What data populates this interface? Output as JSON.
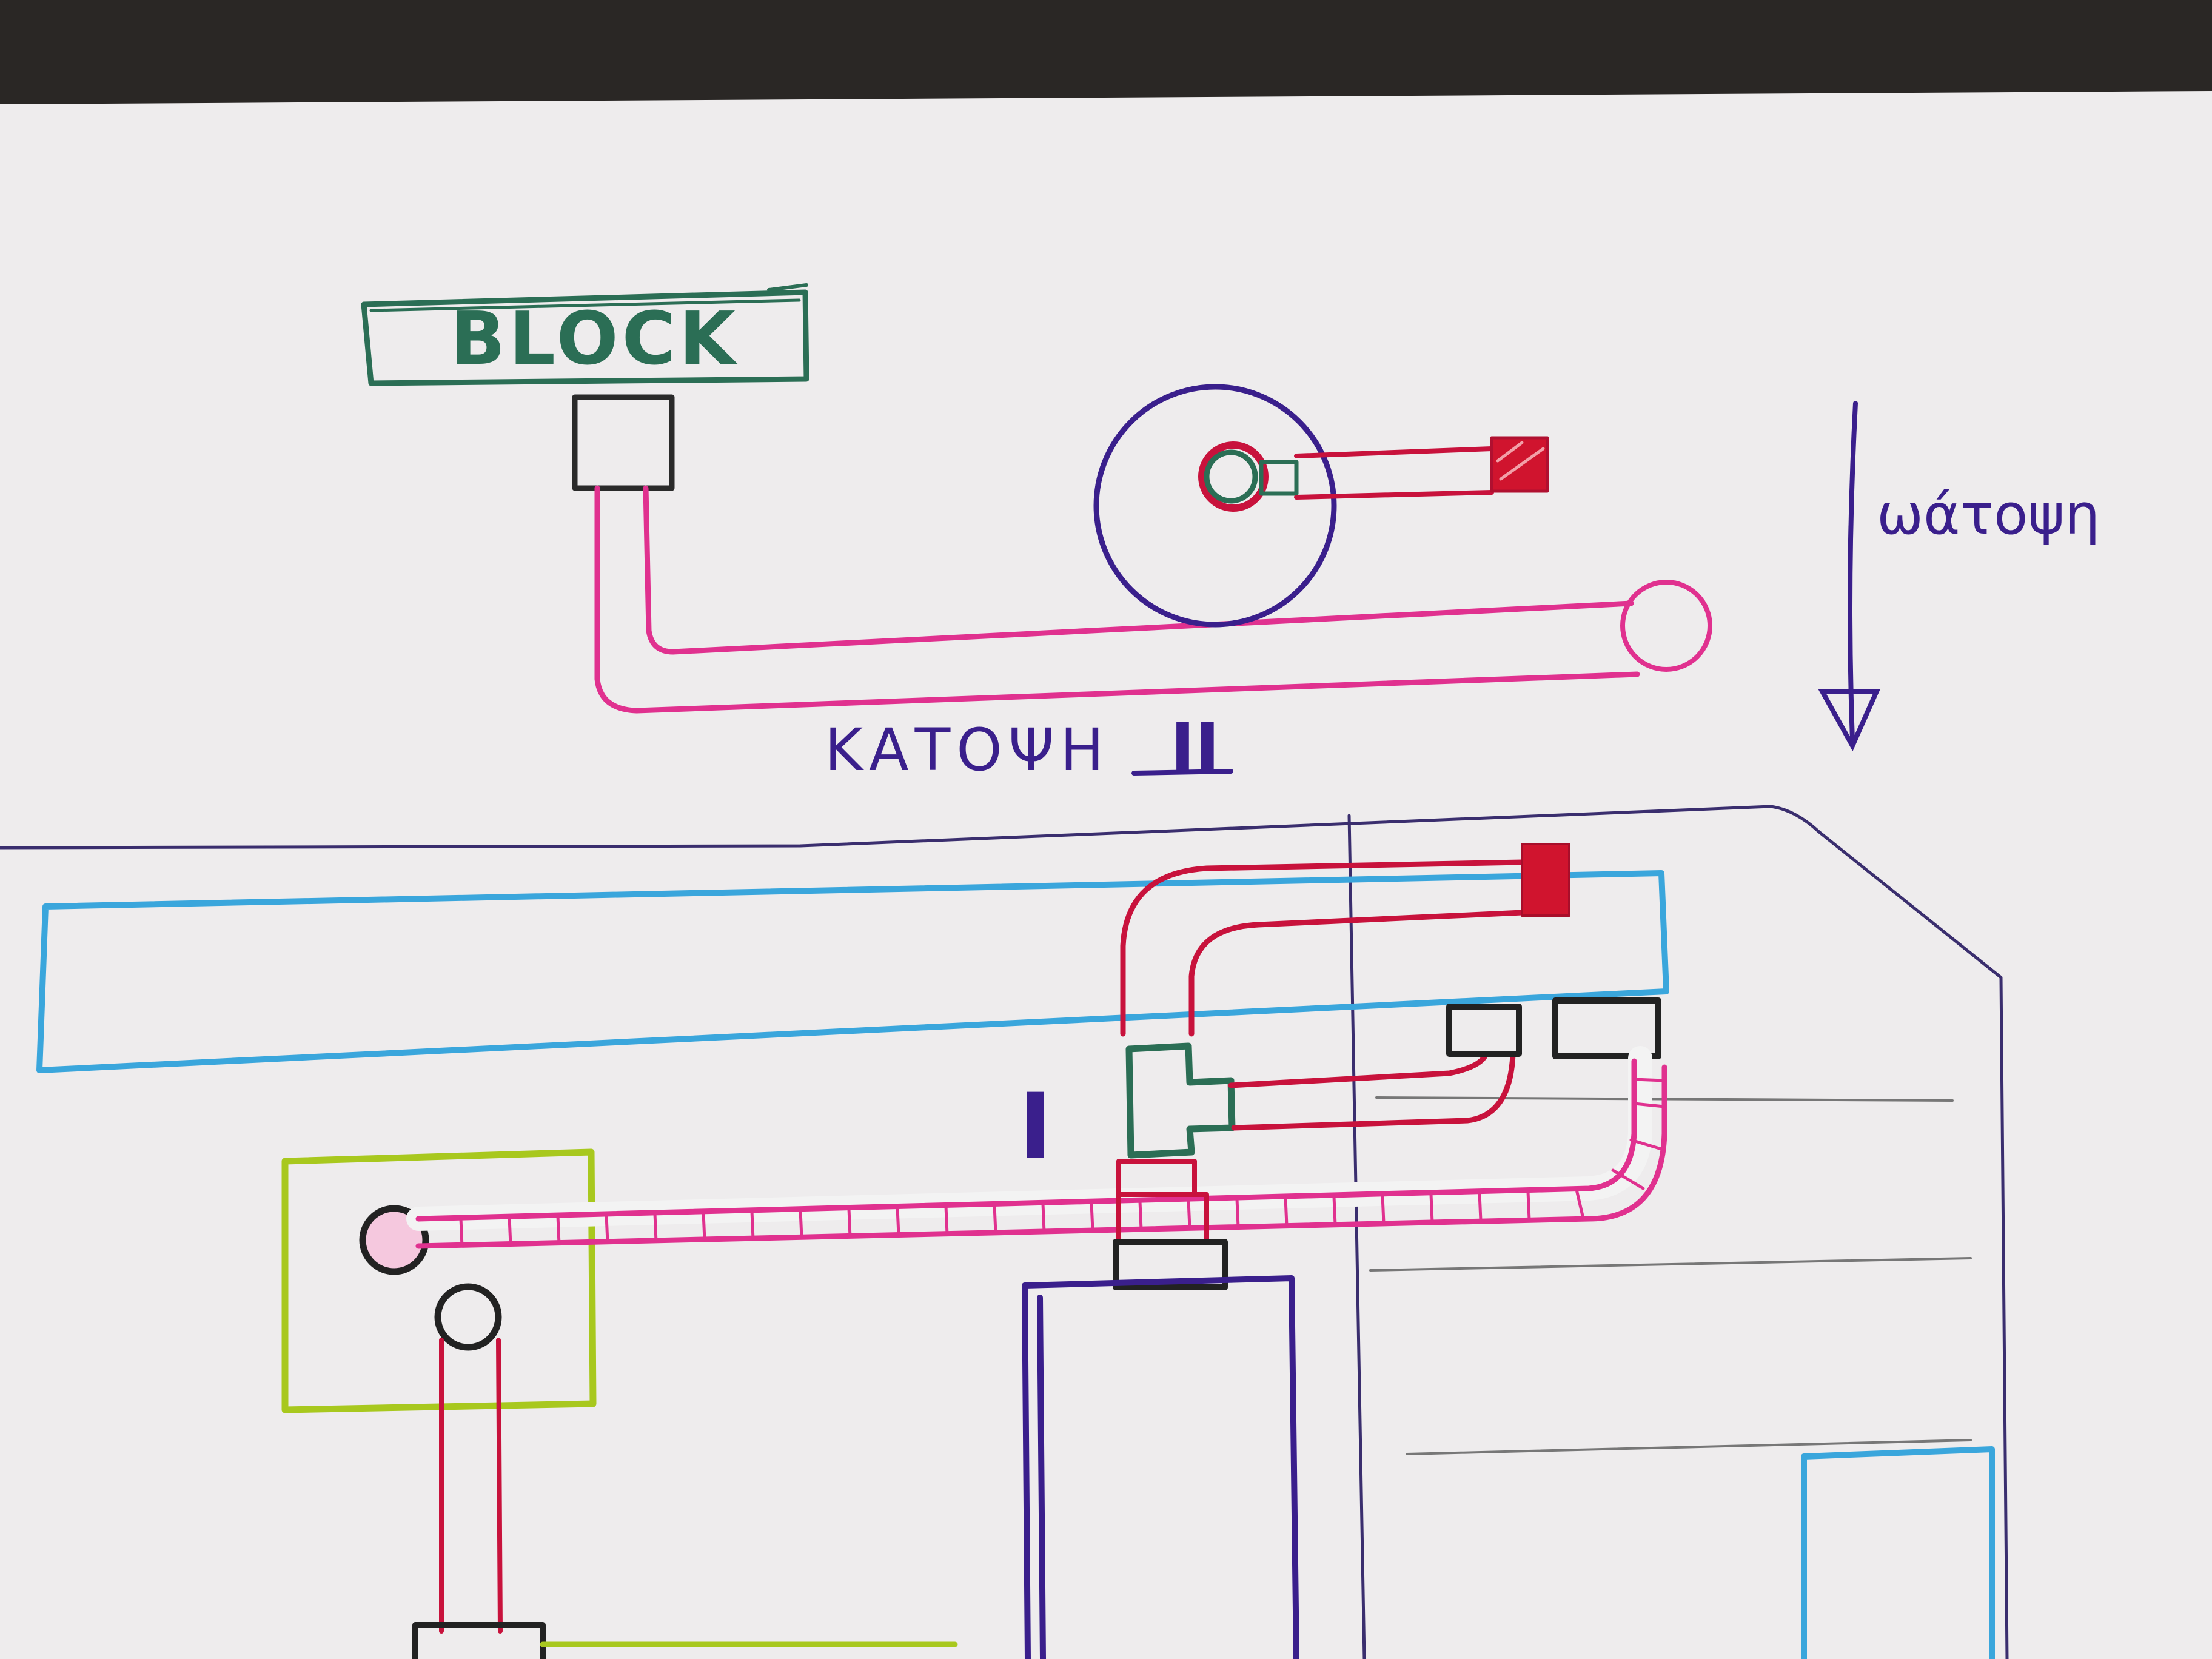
{
  "block_label": "BLOCK",
  "plan_view_label": "ΚΑΤΟΨΗ",
  "plan_view_numeral": "II",
  "direction_label": "ωάτοψη",
  "section_marker": "I",
  "colors": {
    "paper": "#efeded",
    "dark_band": "#1a1a1a",
    "green_pen": "#2b6e55",
    "purple_pen": "#3a1f8c",
    "magenta_pen": "#e0318f",
    "red_pen": "#c8123c",
    "blue_pen": "#3aa6dc",
    "lime_pen": "#a8c81e",
    "black_pen": "#222222",
    "pencil": "#555555"
  }
}
